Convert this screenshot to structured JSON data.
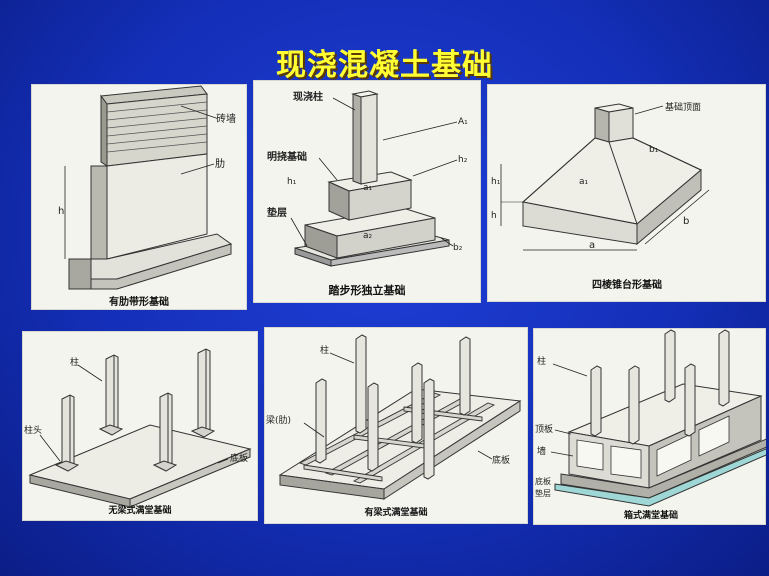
{
  "title": "现浇混凝土基础",
  "panels": {
    "strip": {
      "caption": "有肋带形基础",
      "labels": {
        "brick_wall": "砖墙",
        "rib": "肋",
        "h": "h"
      }
    },
    "stepped": {
      "caption": "踏步形独立基础",
      "labels": {
        "column": "现浇柱",
        "cast_foundation": "明挠基础",
        "cushion": "垫层",
        "a1": "a₁",
        "a2": "a₂",
        "A1": "A₁",
        "h1": "h₁",
        "h2": "h₂",
        "b2": "b₂"
      }
    },
    "pyramid": {
      "caption": "四棱锥台形基础",
      "labels": {
        "top_face": "基础顶面",
        "h1": "h₁",
        "h": "h",
        "a1": "a₁",
        "b1": "b₁",
        "a": "a",
        "b": "b"
      }
    },
    "beamless": {
      "caption": "无梁式满堂基础",
      "labels": {
        "column": "柱",
        "column_cap": "柱头",
        "bottom_slab": "底板"
      }
    },
    "beam": {
      "caption": "有梁式满堂基础",
      "labels": {
        "column": "柱",
        "beam": "梁(肋)",
        "bottom_slab": "底板"
      }
    },
    "box": {
      "caption": "箱式满堂基础",
      "labels": {
        "column": "柱",
        "top_slab": "顶板",
        "wall": "墙",
        "bottom_slab": "底板",
        "cushion": "垫层"
      }
    }
  },
  "colors": {
    "background": "#142fb8",
    "title": "#ffff33",
    "panel": "#f4f4ee"
  }
}
